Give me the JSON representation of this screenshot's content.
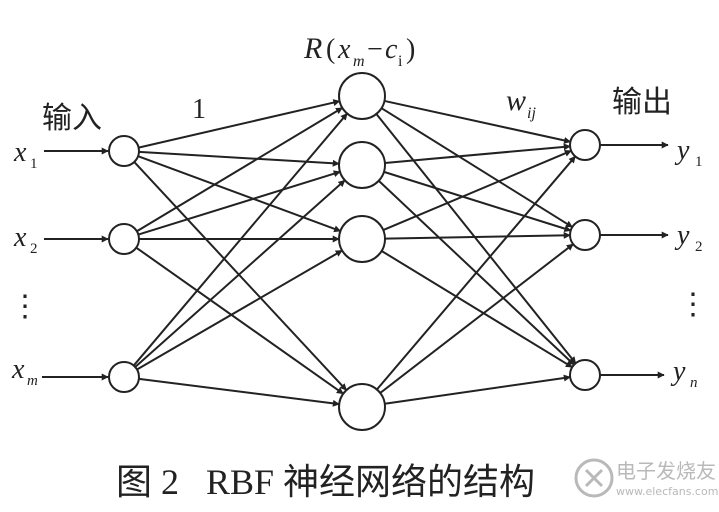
{
  "labels": {
    "input_heading": "输入",
    "output_heading": "输出",
    "input_weight": "1",
    "hidden_function": {
      "main": "R",
      "lp": "(",
      "x": "x",
      "xsub": "m",
      "minus": "−",
      "c": "c",
      "csub": "i",
      "rp": ")"
    },
    "output_weight": {
      "w": "w",
      "sub": "ij"
    }
  },
  "inputs": [
    {
      "v": "x",
      "sub": "1"
    },
    {
      "v": "x",
      "sub": "2"
    },
    {
      "dots": "⋮"
    },
    {
      "v": "x",
      "sub": "m"
    }
  ],
  "outputs": [
    {
      "v": "y",
      "sub": "1"
    },
    {
      "v": "y",
      "sub": "2"
    },
    {
      "dots": "⋮"
    },
    {
      "v": "y",
      "sub": "n"
    }
  ],
  "caption": "图 2   RBF 神经网络的结构",
  "watermark": {
    "main": "电子发烧友",
    "sub": "www.elecfans.com"
  },
  "colors": {
    "line": "#222222",
    "node_fill": "#ffffff",
    "watermark": "#b9b9b9"
  }
}
